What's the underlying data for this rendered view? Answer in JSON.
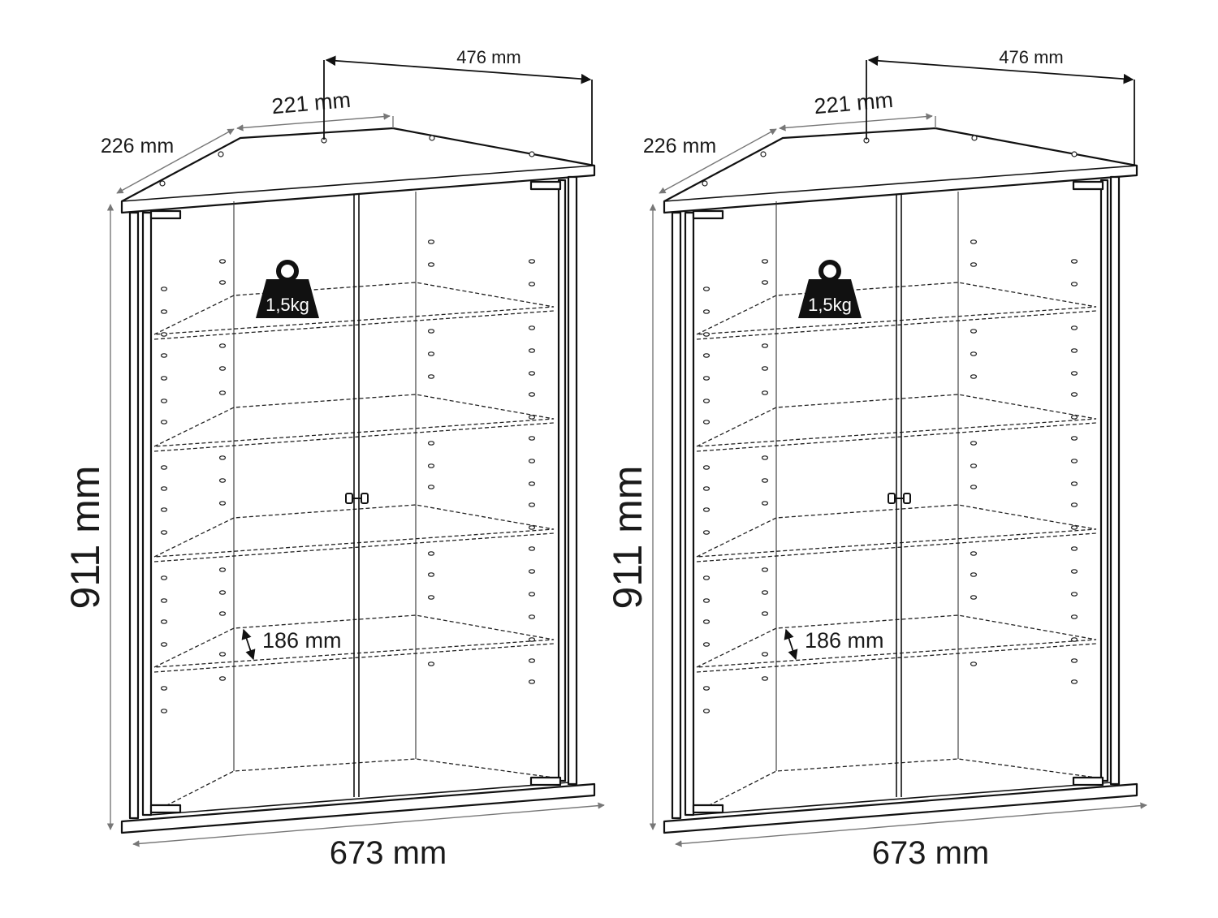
{
  "figures": [
    {
      "id": "left",
      "labels": {
        "width_bottom": "673 mm",
        "height": "911 mm",
        "depth_side": "226 mm",
        "front_top": "221 mm",
        "depth_back": "476 mm",
        "shelf_gap": "186 mm",
        "weight": "1,5kg"
      }
    },
    {
      "id": "right",
      "labels": {
        "width_bottom": "673 mm",
        "height": "911 mm",
        "depth_side": "226 mm",
        "front_top": "221 mm",
        "depth_back": "476 mm",
        "shelf_gap": "186 mm",
        "weight": "1,5kg"
      }
    }
  ],
  "colors": {
    "line": "#111111",
    "dimension": "#777777",
    "weight_fill": "#111111"
  },
  "icons": [
    "weight-icon",
    "double-arrow-icon",
    "door-handle-icon"
  ]
}
